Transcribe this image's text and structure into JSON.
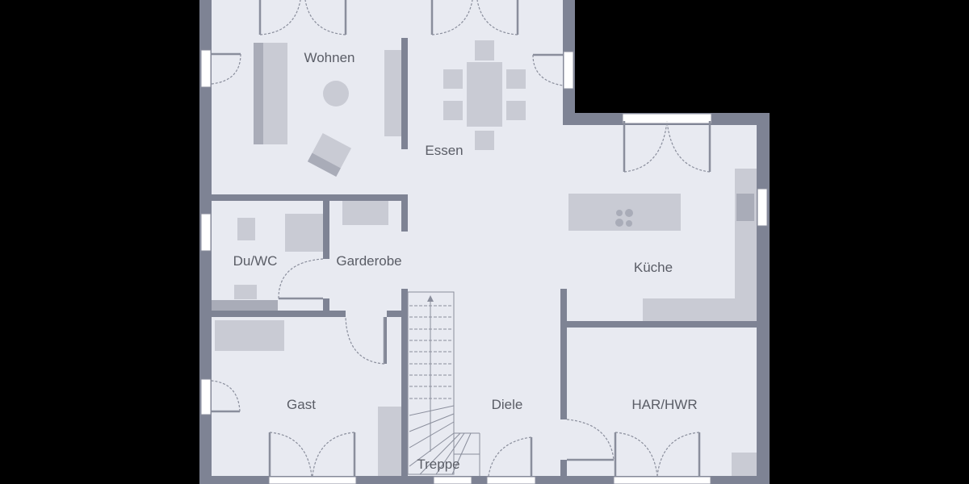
{
  "plan": {
    "colors": {
      "background": "#000000",
      "floor": "#e8eaf1",
      "walls": "#7e8394",
      "furniture": "#c9cbd4"
    },
    "rooms": {
      "wohnen": "Wohnen",
      "essen": "Essen",
      "du_wc": "Du/WC",
      "garderobe": "Garderobe",
      "kueche": "Küche",
      "gast": "Gast",
      "diele": "Diele",
      "har_hwr": "HAR/HWR",
      "treppe": "Treppe"
    }
  }
}
